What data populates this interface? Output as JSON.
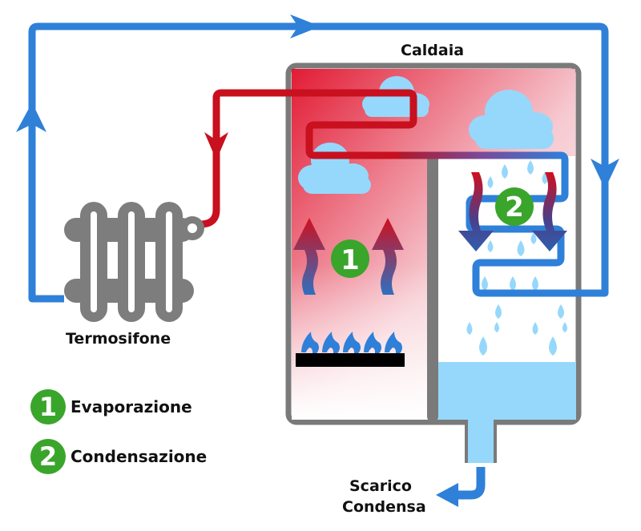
{
  "title": "Caldaia",
  "radiator_label": "Termosifone",
  "drain_label_line1": "Scarico",
  "drain_label_line2": "Condensa",
  "badges": {
    "one": "1",
    "two": "2"
  },
  "legend": [
    {
      "number": "1",
      "label": "Evaporazione"
    },
    {
      "number": "2",
      "label": "Condensazione"
    }
  ],
  "colors": {
    "hot": "#d0101e",
    "cold": "#2f80d8",
    "water": "#96d8fb",
    "boiler_frame": "#7a7a7a",
    "badge": "#3aa52b",
    "radiator": "#7d7d7d"
  },
  "icons": [
    "radiator-icon",
    "flame-icon",
    "cloud-icon",
    "water-drop-icon",
    "arrow-up-icon",
    "arrow-down-icon"
  ]
}
